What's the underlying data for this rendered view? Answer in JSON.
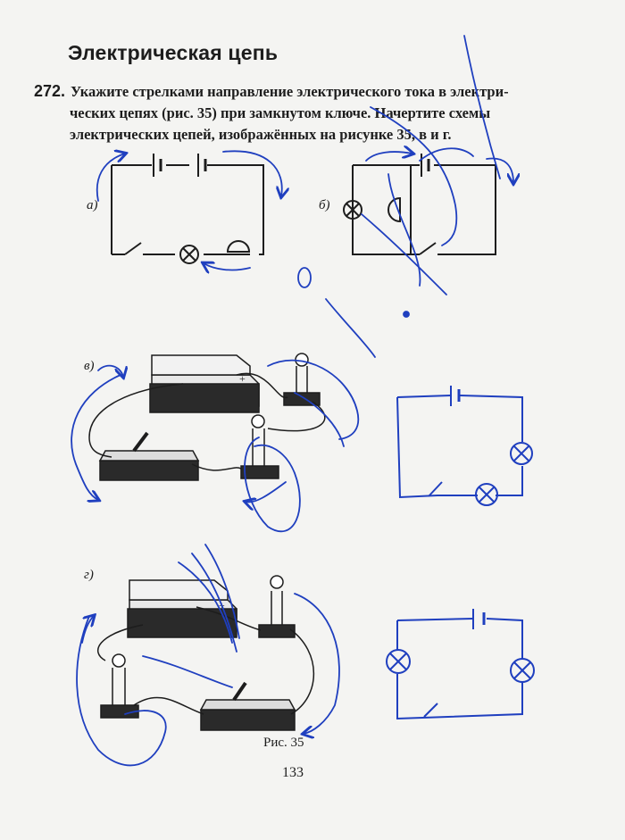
{
  "heading": "Электрическая цепь",
  "task": {
    "number": "272.",
    "line1": "Укажите стрелками направление электрического тока в электри-",
    "line2": "ческих цепях (рис. 35) при замкнутом ключе. Начертите схемы",
    "line3": "электрических цепей, изображённых на рисунке 35, в и г."
  },
  "labels": {
    "a": "а)",
    "b": "б)",
    "v": "в)",
    "g": "г)"
  },
  "caption": "Рис. 35",
  "page_number": "133",
  "battery_sign": "+",
  "colors": {
    "ink": "#1d1d1d",
    "pen": "#1f3fbf",
    "paper": "#f4f4f2",
    "ghost": "#cfcfcf"
  }
}
